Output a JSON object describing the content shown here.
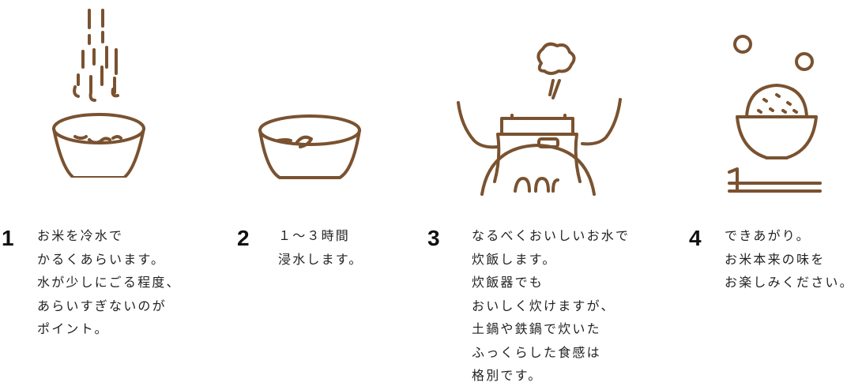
{
  "colors": {
    "illustration": "#7a5230",
    "text": "#222222"
  },
  "steps": [
    {
      "number": "1",
      "icon": "washing-rice-bowl",
      "lines": [
        "お米を冷水で",
        "かるくあらいます。",
        "水が少しにごる程度、",
        "あらいすぎないのが",
        "ポイント。"
      ]
    },
    {
      "number": "2",
      "icon": "soaking-bowl",
      "lines": [
        "１～３時間",
        "浸水します。"
      ]
    },
    {
      "number": "3",
      "icon": "cooking-pot-on-stove",
      "lines": [
        "なるべくおいしいお水で",
        "炊飯します。",
        "炊飯器でも",
        "おいしく炊けますが、",
        "土鍋や鉄鍋で炊いた",
        "ふっくらした食感は",
        "格別です。"
      ]
    },
    {
      "number": "4",
      "icon": "rice-bowl-with-chopsticks",
      "lines": [
        "できあがり。",
        "お米本来の味を",
        "お楽しみください。"
      ]
    }
  ]
}
